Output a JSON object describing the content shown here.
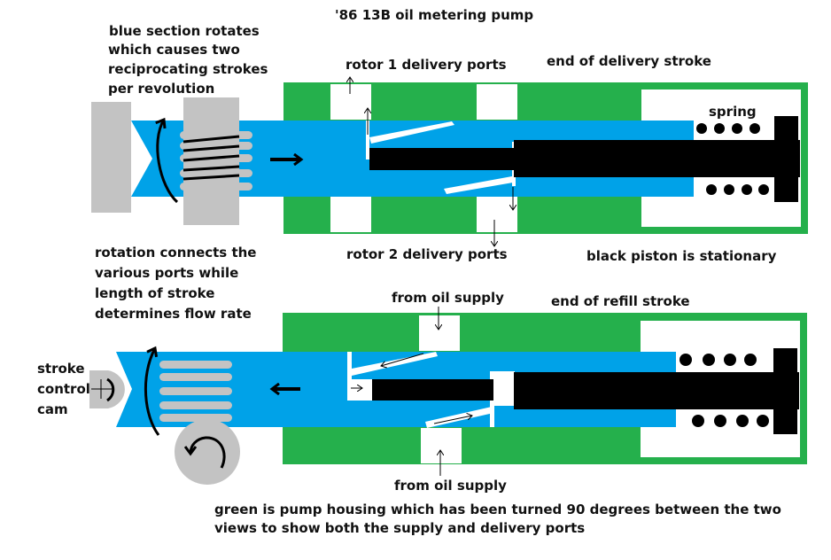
{
  "title": "'86 13B oil metering pump",
  "colors": {
    "housing": "#25b04c",
    "rotor": "#00a2e8",
    "piston": "#000000",
    "part": "#c3c3c3",
    "background": "#ffffff"
  },
  "top_view": {
    "note_lines": [
      "blue section rotates",
      "which causes two",
      "reciprocating strokes",
      "per revolution"
    ],
    "port_label_top": "rotor 1 delivery ports",
    "port_label_bottom": "rotor 2 delivery ports",
    "stroke_label": "end of delivery stroke",
    "spring_label": "spring",
    "piston_note": "black piston is stationary",
    "direction": "right"
  },
  "bottom_view": {
    "note_lines": [
      "rotation connects the",
      "various ports while",
      "length of stroke",
      "determines flow rate"
    ],
    "supply_label_top": "from oil supply",
    "supply_label_bottom": "from oil supply",
    "stroke_label": "end of refill stroke",
    "cam_label_lines": [
      "stroke",
      "control",
      "cam"
    ],
    "direction": "left"
  },
  "footer_lines": [
    "green is pump housing which has been turned 90 degrees between the two",
    "views to show both the supply and delivery ports"
  ],
  "icons": {
    "rotation_arrow": "curved-arrow",
    "flow_arrow_top": "arrow-right",
    "flow_arrow_bottom": "arrow-left"
  }
}
